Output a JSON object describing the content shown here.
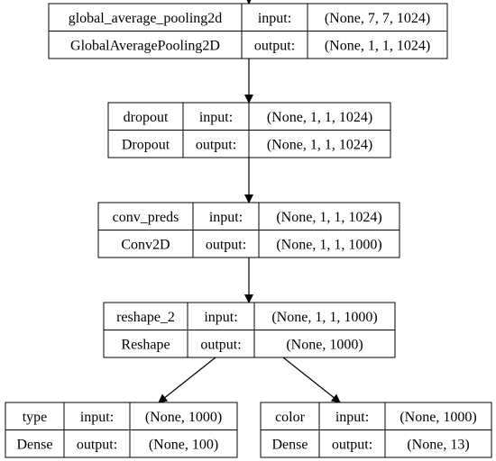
{
  "nodes": [
    {
      "name": "global_average_pooling2d",
      "type": "GlobalAveragePooling2D",
      "input_label": "input:",
      "output_label": "output:",
      "input_shape": "(None, 7, 7, 1024)",
      "output_shape": "(None, 1, 1, 1024)"
    },
    {
      "name": "dropout",
      "type": "Dropout",
      "input_label": "input:",
      "output_label": "output:",
      "input_shape": "(None, 1, 1, 1024)",
      "output_shape": "(None, 1, 1, 1024)"
    },
    {
      "name": "conv_preds",
      "type": "Conv2D",
      "input_label": "input:",
      "output_label": "output:",
      "input_shape": "(None, 1, 1, 1024)",
      "output_shape": "(None, 1, 1, 1000)"
    },
    {
      "name": "reshape_2",
      "type": "Reshape",
      "input_label": "input:",
      "output_label": "output:",
      "input_shape": "(None, 1, 1, 1000)",
      "output_shape": "(None, 1000)"
    },
    {
      "name": "type",
      "type": "Dense",
      "input_label": "input:",
      "output_label": "output:",
      "input_shape": "(None, 1000)",
      "output_shape": "(None, 100)"
    },
    {
      "name": "color",
      "type": "Dense",
      "input_label": "input:",
      "output_label": "output:",
      "input_shape": "(None, 1000)",
      "output_shape": "(None, 13)"
    }
  ],
  "edges": [
    {
      "from": "incoming",
      "to": "global_average_pooling2d"
    },
    {
      "from": "global_average_pooling2d",
      "to": "dropout"
    },
    {
      "from": "dropout",
      "to": "conv_preds"
    },
    {
      "from": "conv_preds",
      "to": "reshape_2"
    },
    {
      "from": "reshape_2",
      "to": "type"
    },
    {
      "from": "reshape_2",
      "to": "color"
    }
  ]
}
